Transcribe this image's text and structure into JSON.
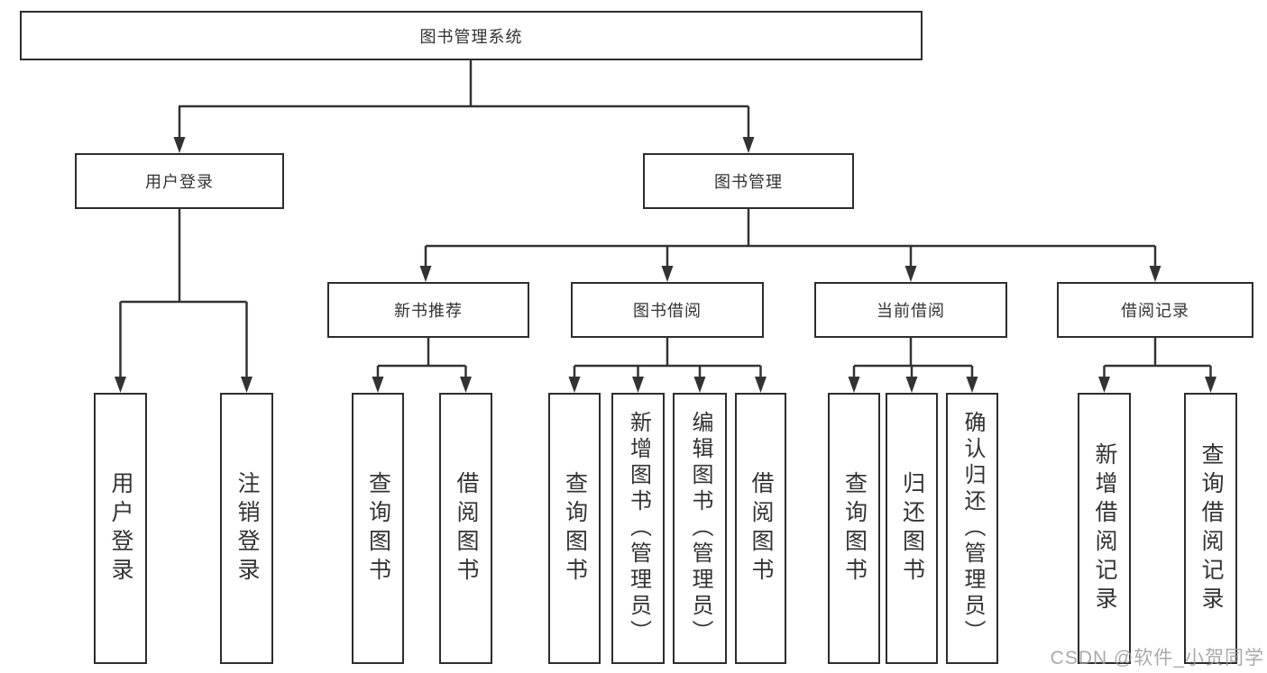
{
  "diagram": {
    "title": "图书管理系统",
    "nodes": [
      {
        "id": "user-login",
        "label": "用户登录",
        "children": [
          {
            "id": "login",
            "label": "用户登录"
          },
          {
            "id": "logout",
            "label": "注销登录"
          }
        ]
      },
      {
        "id": "book-management",
        "label": "图书管理",
        "children": [
          {
            "id": "new-book-recommendation",
            "label": "新书推荐",
            "children": [
              {
                "id": "query-books",
                "label": "查询图书"
              },
              {
                "id": "borrow-books",
                "label": "借阅图书"
              }
            ]
          },
          {
            "id": "book-borrowing",
            "label": "图书借阅",
            "children": [
              {
                "id": "query-books",
                "label": "查询图书"
              },
              {
                "id": "add-books-admin",
                "label": "新增图书（管理员）"
              },
              {
                "id": "edit-books-admin",
                "label": "编辑图书（管理员）"
              },
              {
                "id": "borrow-books",
                "label": "借阅图书"
              }
            ]
          },
          {
            "id": "current-borrowing",
            "label": "当前借阅",
            "children": [
              {
                "id": "query-books",
                "label": "查询图书"
              },
              {
                "id": "return-books",
                "label": "归还图书"
              },
              {
                "id": "confirm-return-admin",
                "label": "确认归还（管理员）"
              }
            ]
          },
          {
            "id": "borrowing-records",
            "label": "借阅记录",
            "children": [
              {
                "id": "add-borrow-record",
                "label": "新增借阅记录"
              },
              {
                "id": "query-borrow-record",
                "label": "查询借阅记录"
              }
            ]
          }
        ]
      }
    ],
    "line_color": "#333333",
    "border_color": "#2d2d2d"
  },
  "watermark": {
    "text": "CSDN @软件_小贺同学"
  }
}
